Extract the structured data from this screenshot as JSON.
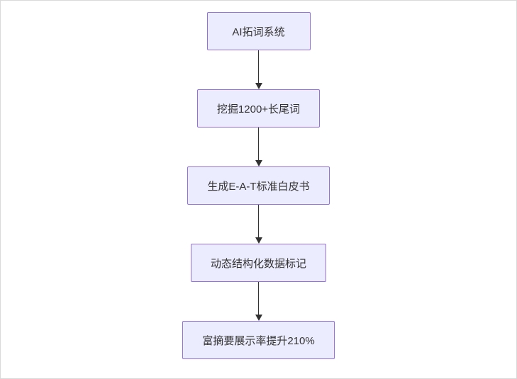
{
  "diagram": {
    "type": "flowchart",
    "direction": "top-down",
    "colors": {
      "node_fill": "#ececff",
      "node_border": "#9370db",
      "arrow": "#333333",
      "text": "#333333"
    },
    "nodes": [
      {
        "id": "A",
        "label": "AI拓词系统"
      },
      {
        "id": "B",
        "label": "挖掘1200+长尾词"
      },
      {
        "id": "C",
        "label": "生成E-A-T标准白皮书"
      },
      {
        "id": "D",
        "label": "动态结构化数据标记"
      },
      {
        "id": "E",
        "label": "富摘要展示率提升210%"
      }
    ],
    "edges": [
      {
        "from": "A",
        "to": "B"
      },
      {
        "from": "B",
        "to": "C"
      },
      {
        "from": "C",
        "to": "D"
      },
      {
        "from": "D",
        "to": "E"
      }
    ]
  }
}
